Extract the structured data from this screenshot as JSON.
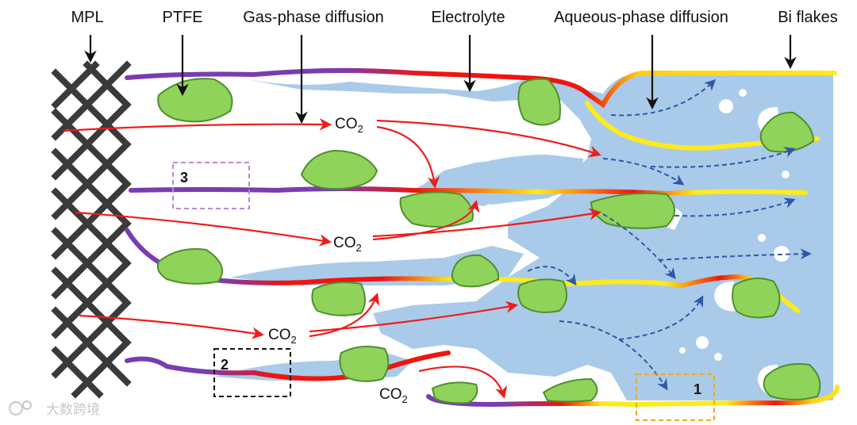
{
  "labels": {
    "mpl": "MPL",
    "ptfe": "PTFE",
    "gas_phase": "Gas-phase diffusion",
    "electrolyte": "Electrolyte",
    "aqueous_phase": "Aqueous-phase diffusion",
    "bi_flakes": "Bi flakes"
  },
  "co2": {
    "main": "CO",
    "sub": "2"
  },
  "boxes": {
    "box1": "1",
    "box2": "2",
    "box3": "3"
  },
  "watermark": "大数跨境",
  "colors": {
    "electrolyte": "#a9cbe9",
    "particle_fill": "#8fd35a",
    "particle_stroke": "#4f8f2c",
    "fiber_purple": "#7a3cb0",
    "fiber_red": "#f0140f",
    "fiber_yellow": "#ffea1a",
    "gas_arrow": "#ee1c1c",
    "aqueous_arrow": "#2f57a8",
    "box1": "#f0a828",
    "box2": "#111111",
    "box3": "#b28cd6"
  }
}
